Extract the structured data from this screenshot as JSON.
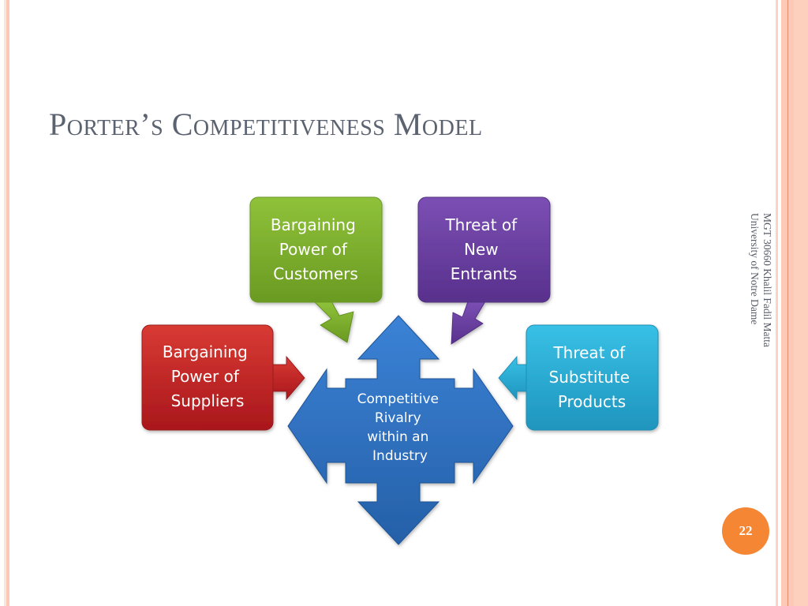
{
  "slide": {
    "title": "Porter’s Competitiveness Model",
    "footer": {
      "line1": "MGT 30660 Khalil Fadil Matta",
      "line2": "University of Notre Dame"
    },
    "page_number": "22",
    "colors": {
      "title": "#5b6270",
      "badge": "#f58634",
      "stripe_light": "#fbd3c3",
      "stripe_mid": "#f9c4b0",
      "stripe_dark": "#e8987a"
    }
  },
  "diagram": {
    "center": {
      "lines": [
        "Competitive",
        "Rivalry",
        "within an",
        "Industry"
      ],
      "color": "#2f75c9"
    },
    "forces": [
      {
        "id": "suppliers",
        "lines": [
          "Bargaining",
          "Power of",
          "Suppliers"
        ],
        "color": "#c8262a",
        "arrow_direction": "right"
      },
      {
        "id": "customers",
        "lines": [
          "Bargaining",
          "Power of",
          "Customers"
        ],
        "color": "#7fae2e",
        "arrow_direction": "down-right"
      },
      {
        "id": "new-entrants",
        "lines": [
          "Threat of",
          "New",
          "Entrants"
        ],
        "color": "#6a3ea0",
        "arrow_direction": "down-left"
      },
      {
        "id": "substitutes",
        "lines": [
          "Threat of",
          "Substitute",
          "Products"
        ],
        "color": "#2eabd4",
        "arrow_direction": "left"
      }
    ]
  }
}
